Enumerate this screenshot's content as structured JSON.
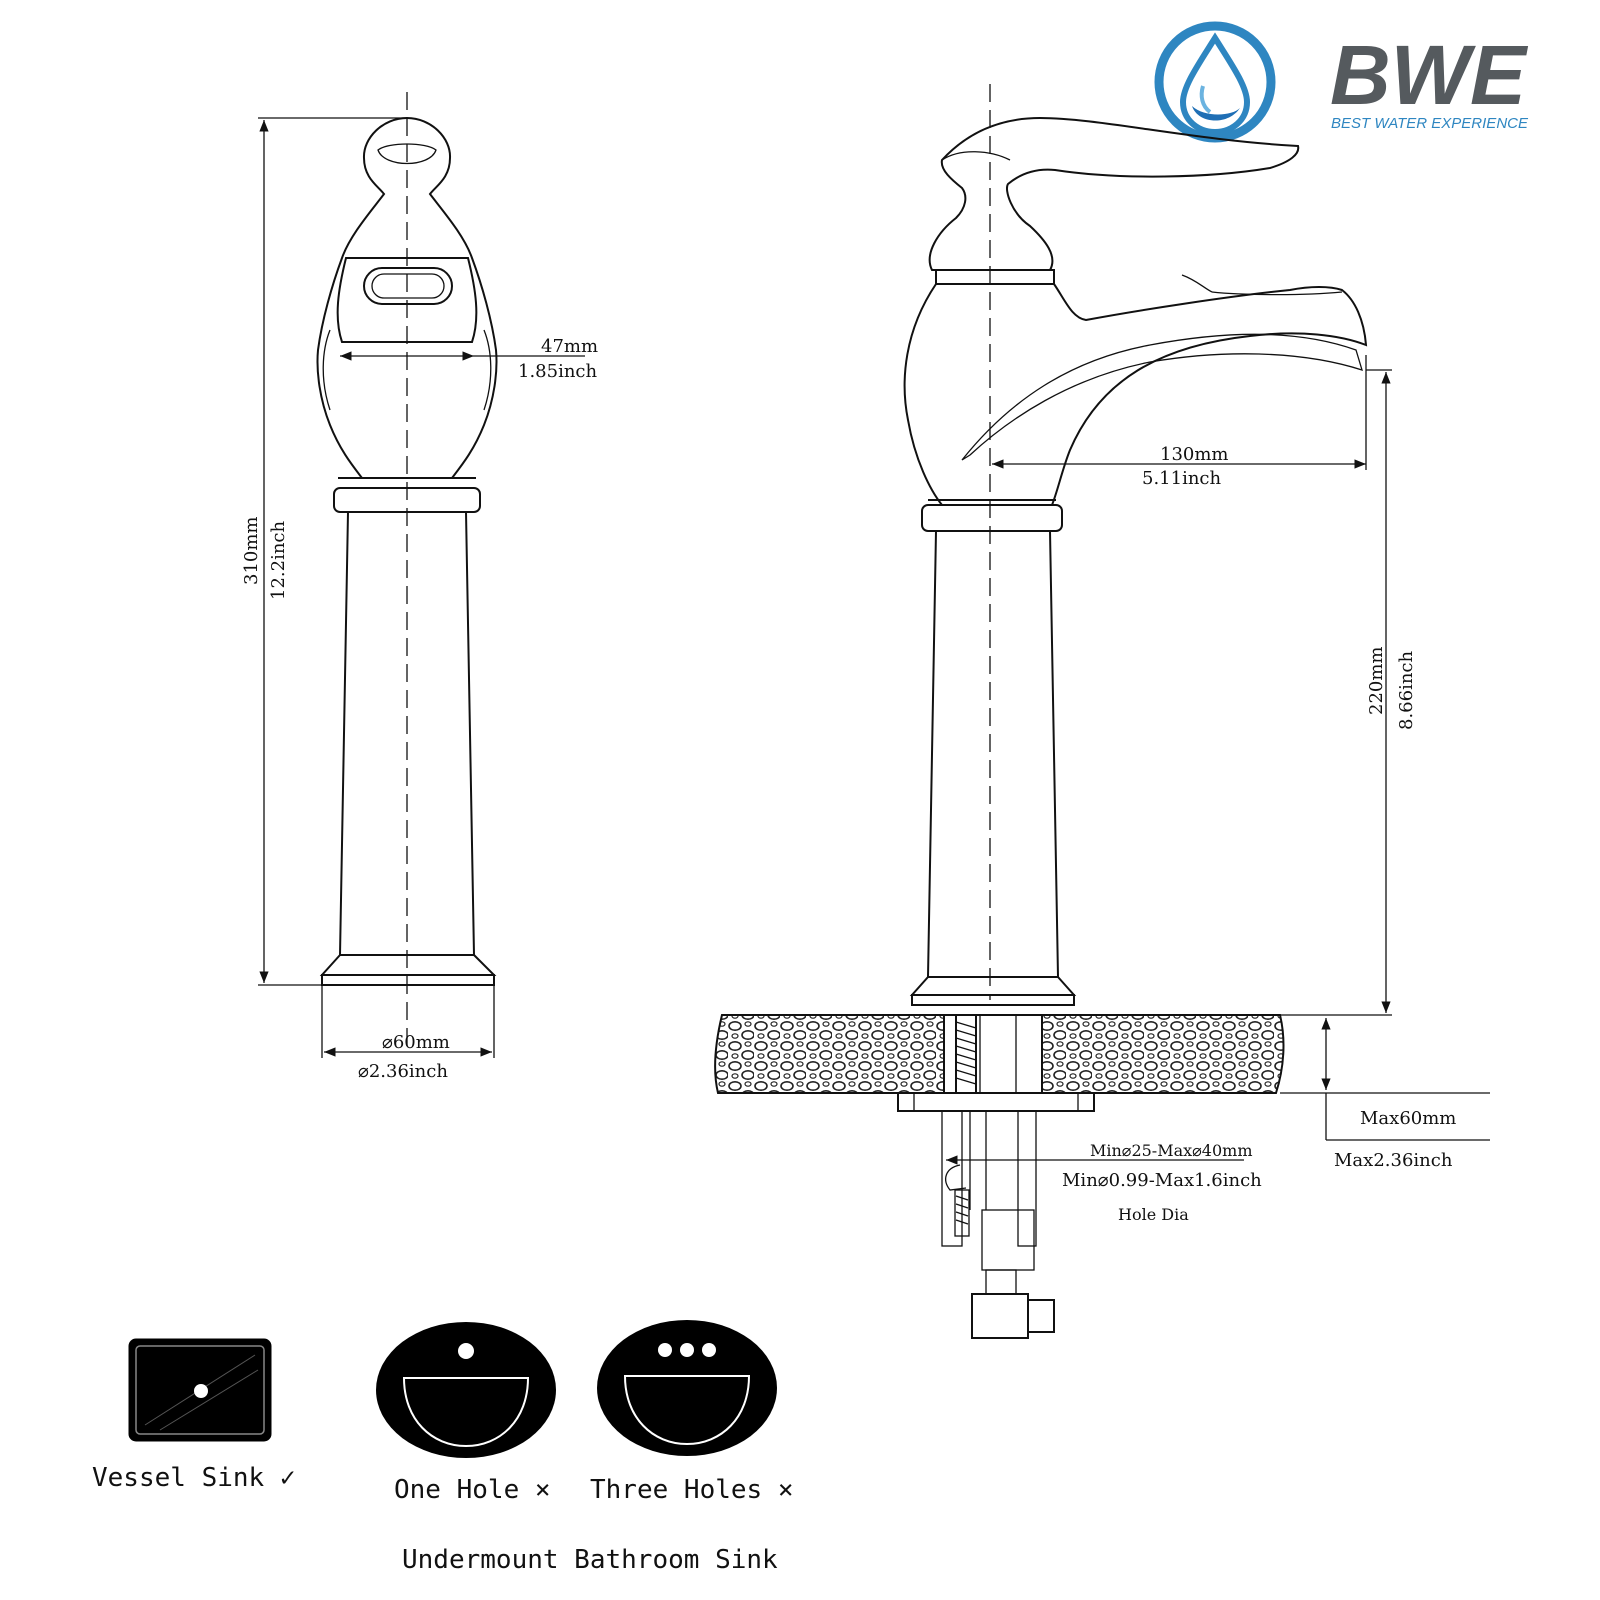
{
  "brand": {
    "name": "BWE",
    "tagline": "BEST WATER EXPERIENCE",
    "ring_color": "#2e86c1",
    "drop_color": "#1f6fb5",
    "text_color": "#555a5e"
  },
  "front_view": {
    "handle_width_mm": "47mm",
    "handle_width_in": "1.85inch",
    "height_mm": "310mm",
    "height_in": "12.2inch",
    "base_dia_mm": "⌀60mm",
    "base_dia_in": "⌀2.36inch"
  },
  "side_view": {
    "reach_mm": "130mm",
    "reach_in": "5.11inch",
    "spout_height_mm": "220mm",
    "spout_height_in": "8.66inch",
    "deck_max_mm": "Max60mm",
    "deck_max_in": "Max2.36inch",
    "hole_mm": "Min⌀25-Max⌀40mm",
    "hole_in": "Min⌀0.99-Max1.6inch",
    "hole_label": "Hole Dia"
  },
  "sinks": {
    "vessel": "Vessel Sink ✓",
    "one_hole": "One Hole ×",
    "three_holes": "Three Holes ×",
    "undermount": "Undermount Bathroom Sink"
  }
}
